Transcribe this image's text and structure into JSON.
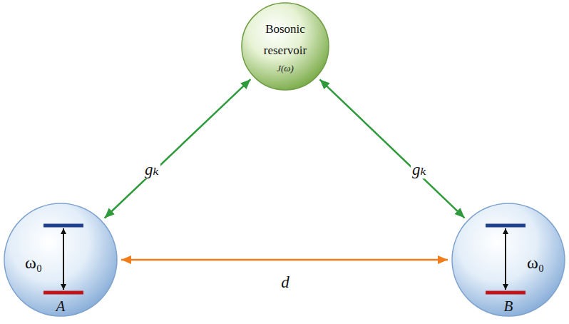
{
  "diagram": {
    "nodes": [
      {
        "text": [
          "Bosonic reservoir",
          "J(ω)"
        ]
      },
      {
        "text": [
          "ω₀",
          "A"
        ]
      },
      {
        "text": [
          "ω₀",
          "B"
        ]
      }
    ],
    "edges": [
      {
        "from": 0,
        "to": 1,
        "arrow": "both",
        "label": "gₖ"
      },
      {
        "from": 0,
        "to": 2,
        "arrow": "both",
        "label": "gₖ"
      },
      {
        "from": 1,
        "to": 2,
        "arrow": "both",
        "label": "d"
      }
    ]
  }
}
